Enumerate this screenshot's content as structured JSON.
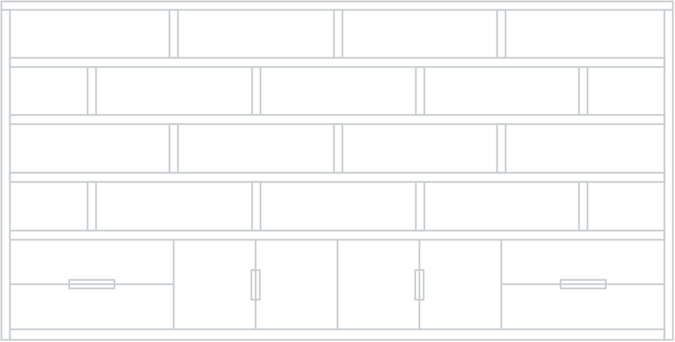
{
  "drawing": {
    "subject": "shelving-unit",
    "stroke_color": "#c8ced1",
    "background_color": "#ffffff",
    "shelf_rows": 4,
    "cabinet_drawers": 2,
    "cabinet_doors": 4
  }
}
